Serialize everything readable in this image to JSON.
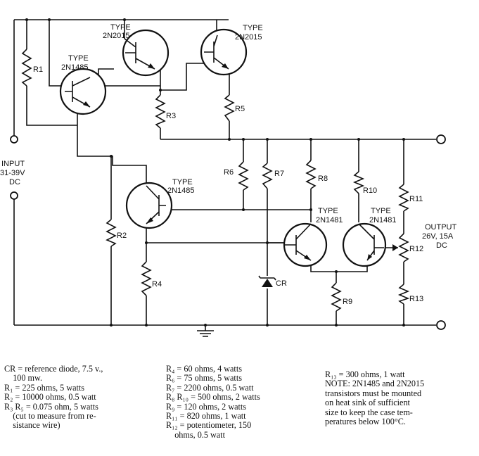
{
  "labels": {
    "q1_type": "TYPE",
    "q1_part": "2N1485",
    "q2_type": "TYPE",
    "q2_part": "2N2015",
    "q3_type": "TYPE",
    "q3_part": "2N2015",
    "q4_type": "TYPE",
    "q4_part": "2N1485",
    "q5_type": "TYPE",
    "q5_part": "2N1481",
    "q6_type": "TYPE",
    "q6_part": "2N1481",
    "r1": "R1",
    "r2": "R2",
    "r3": "R3",
    "r4": "R4",
    "r5": "R5",
    "r6": "R6",
    "r7": "R7",
    "r8": "R8",
    "r9": "R9",
    "r10": "R10",
    "r11": "R11",
    "r12": "R12",
    "r13": "R13",
    "cr": "CR",
    "input_line1": "INPUT",
    "input_line2": "31-39V",
    "input_line3": "DC",
    "output_line1": "OUTPUT",
    "output_line2": "26V, 15A",
    "output_line3": "DC"
  },
  "notes": {
    "col1": [
      "CR = reference diode, 7.5 v.,",
      "    100 mw.",
      "R₁ = 225 ohms, 5 watts",
      "R₂ = 10000 ohms, 0.5 watt",
      "R₃ R₅ = 0.075 ohm, 5 watts",
      "    (cut to measure from re-",
      "    sistance wire)"
    ],
    "col2": [
      "R₄ = 60 ohms, 4 watts",
      "R₆ = 75 ohms, 5 watts",
      "R₇ = 2200 ohms, 0.5 watt",
      "R₈ R₁₀ = 500 ohms, 2 watts",
      "R₉ = 120 ohms, 2 watts",
      "R₁₁ = 820 ohms, 1 watt",
      "R₁₂ = potentiometer, 150",
      "    ohms, 0.5 watt"
    ],
    "col3": [
      "R₁₃ = 300 ohms, 1 watt",
      "",
      "NOTE: 2N1485 and 2N2015",
      "transistors must be mounted",
      "on heat sink of sufficient",
      "size to keep the case tem-",
      "peratures below 100°C."
    ]
  }
}
